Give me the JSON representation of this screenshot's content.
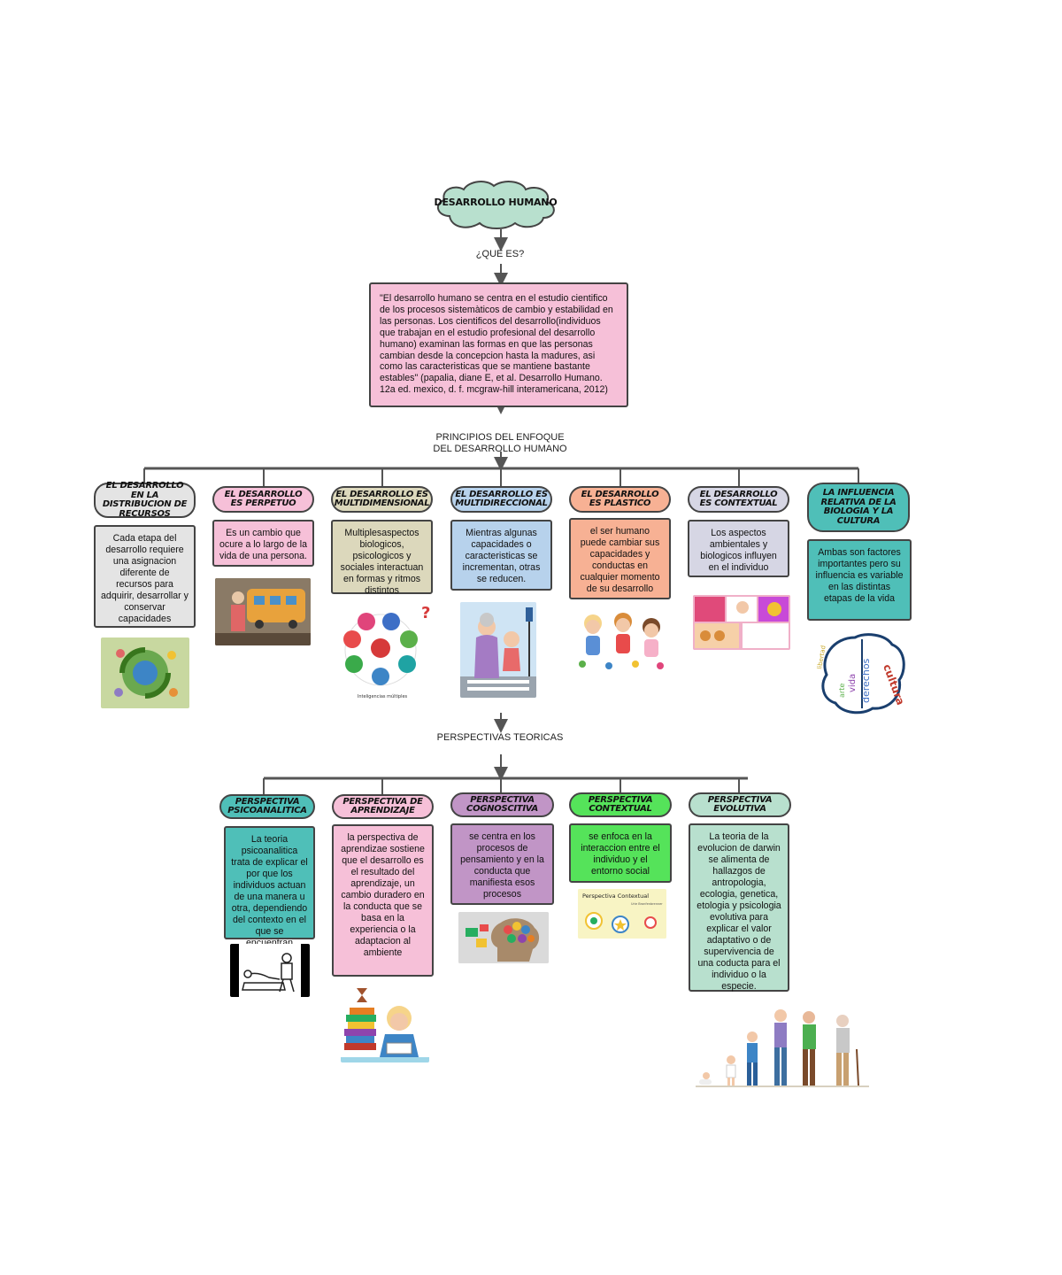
{
  "title": "DESARROLLO HUMANO",
  "question": "¿QUE ES?",
  "definition": "\"El desarrollo humano se centra en el estudio cientifico de los procesos sistemàticos de cambio y estabilidad en las personas. Los cientificos del desarrollo(individuos que trabajan en el estudio profesional del desarrollo humano) examinan las formas en que las personas cambian desde la concepcion hasta la madures, asi como las caracteristicas que se mantiene bastante estables\" (papalia, diane E, et al. Desarrollo Humano. 12a ed. mexico, d. f. mcgraw-hill interamericana, 2012)",
  "principles_heading": "PRINCIPIOS DEL ENFOQUE\nDEL DESARROLLO HUMANO",
  "principles": [
    {
      "label": "EL DESARROLLO EN LA DISTRIBUCION DE RECURSOS",
      "text": "Cada etapa del desarrollo requiere una asignacion diferente de recursos para adquirir, desarrollar y conservar capacidades",
      "pill_color": "#e4e4e4",
      "box_color": "#e4e4e4"
    },
    {
      "label": "EL DESARROLLO ES PERPETUO",
      "text": "Es un cambio que ocure a lo largo de la vida de una persona.",
      "pill_color": "#f6c0d8",
      "box_color": "#f6c0d8"
    },
    {
      "label": "EL DESARROLLO ES MULTIDIMENSIONAL",
      "text": "Multiplesaspectos biologicos, psicologicos y sociales interactuan en formas y ritmos distintos",
      "pill_color": "#dcd8bc",
      "box_color": "#dcd8bc"
    },
    {
      "label": "EL DESARROLLO ES MULTIDIRECCIONAL",
      "text": "Mientras algunas capacidades o caracteristicas se incrementan, otras se reducen.",
      "pill_color": "#b7d2ec",
      "box_color": "#b7d2ec"
    },
    {
      "label": "EL DESARROLLO ES PLASTICO",
      "text": "el ser humano puede cambiar sus capacidades y conductas en cualquier momento de su desarrollo",
      "pill_color": "#f7b194",
      "box_color": "#f7b194"
    },
    {
      "label": "EL DESARROLLO ES CONTEXTUAL",
      "text": "Los aspectos ambientales y biologicos influyen en el individuo",
      "pill_color": "#d6d6e4",
      "box_color": "#d6d6e4"
    },
    {
      "label": "LA INFLUENCIA RELATIVA DE LA BIOLOGIA Y LA CULTURA",
      "text": "Ambas son factores importantes pero su influencia es variable en las distintas etapas de la vida",
      "pill_color": "#4fbfb8",
      "box_color": "#4fbfb8"
    }
  ],
  "perspectives_heading": "PERSPECTIVAS TEORICAS",
  "perspectives": [
    {
      "label": "PERSPECTIVA PSICOANALITICA",
      "text": "La teoria psicoanalitica trata de explicar el por que los individuos actuan de una manera u otra, dependiendo del contexto en el que se encuentran",
      "pill_color": "#4fbfb8",
      "box_color": "#4fbfb8"
    },
    {
      "label": "PERSPECTIVA DE APRENDIZAJE",
      "text": "la perspectiva de aprendizae sostiene que el desarrollo es el resultado del aprendizaje, un cambio duradero en la conducta que se basa en la experiencia o la adaptacion al ambiente",
      "pill_color": "#f6c0d8",
      "box_color": "#f6c0d8"
    },
    {
      "label": "PERSPECTIVA COGNOSCITIVA",
      "text": "se centra en los procesos de pensamiento y en la conducta que manifiesta esos procesos",
      "pill_color": "#c195c6",
      "box_color": "#c195c6"
    },
    {
      "label": "PERSPECTIVA CONTEXTUAL",
      "text": "se enfoca en la interaccion entre el individuo y el entorno social",
      "pill_color": "#55e35a",
      "box_color": "#55e35a"
    },
    {
      "label": "PERSPECTIVA EVOLUTIVA",
      "text": "La teoria de la evolucion de darwin se alimenta de hallazgos de antropologia, ecologia, genetica, etologia y psicologia evolutiva para explicar el valor adaptativo o de supervivencia de una coducta para el individuo o la especie.",
      "pill_color": "#b8e0ce",
      "box_color": "#b8e0ce"
    }
  ],
  "image_text": {
    "mi_caption": "Inteligencias múltiples",
    "contextual_title": "Perspectiva Contextual",
    "contextual_sub": "Urie Bronfenbrenner",
    "brain_words": [
      "cultura",
      "derechos",
      "vida",
      "arte",
      "libertad"
    ]
  },
  "colors": {
    "cloud": "#b8e0ce",
    "line": "#555555"
  }
}
